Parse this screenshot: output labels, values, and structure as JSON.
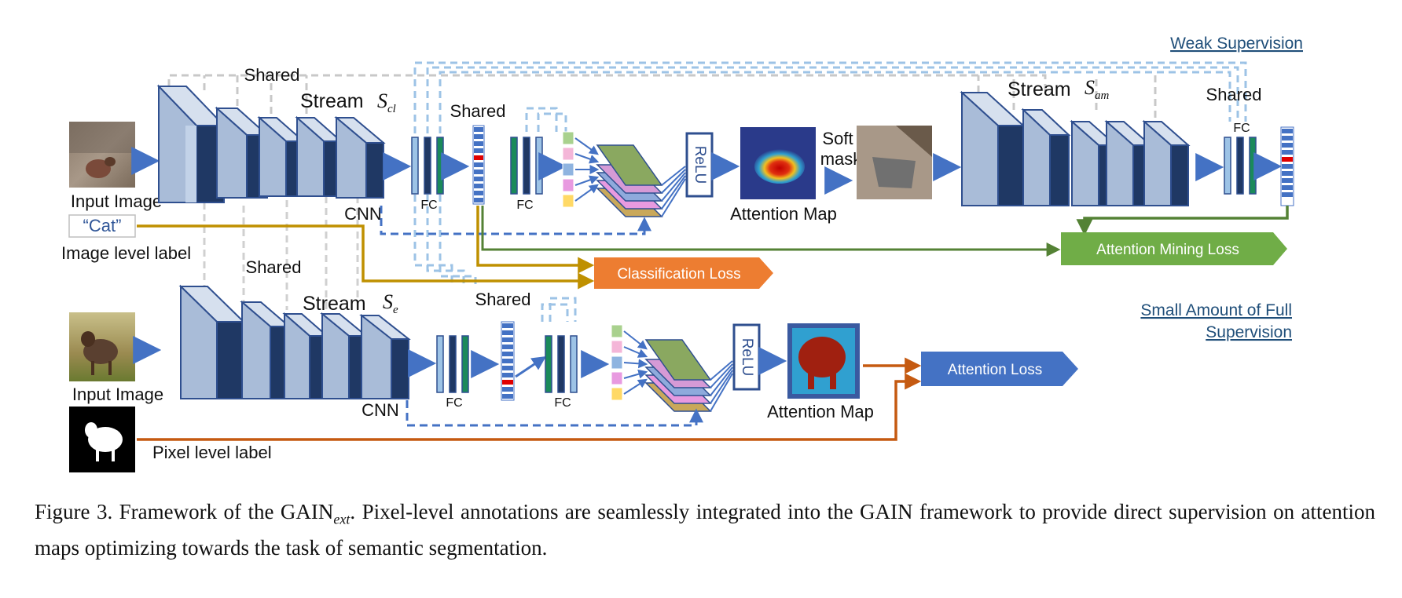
{
  "labels": {
    "shared": "Shared",
    "stream": "Stream",
    "s_cl_sym": "S",
    "s_cl_sub": "cl",
    "s_am_sym": "S",
    "s_am_sub": "am",
    "s_e_sym": "S",
    "s_e_sub": "e",
    "fc": "FC",
    "cnn": "CNN",
    "relu": "ReLU",
    "input_image": "Input Image",
    "cat_label": "“Cat”",
    "image_level_label": "Image level label",
    "pixel_level_label": "Pixel level label",
    "attention_map": "Attention Map",
    "soft": "Soft",
    "mask": "mask"
  },
  "losses": {
    "classification": "Classification Loss",
    "attention_mining": "Attention Mining Loss",
    "attention": "Attention Loss"
  },
  "annotations": {
    "weak_supervision": "Weak Supervision",
    "small_amount_line1": "Small Amount of Full",
    "small_amount_line2": "Supervision"
  },
  "caption": {
    "prefix": "Figure 3. Framework of the GAIN",
    "subscript": "ext",
    "rest": ". Pixel-level annotations are seamlessly integrated into the GAIN framework to provide direct supervision on attention maps optimizing towards the task of semantic segmentation."
  },
  "colors": {
    "classification": "#ed7d31",
    "attention_mining": "#70ad47",
    "attention": "#4472c4",
    "gold_line": "#bf9000",
    "orange_line": "#c55a11",
    "blue": "#4472c4",
    "grey_dash": "#bfbfbf",
    "light_blue_dash": "#9dc3e6"
  }
}
